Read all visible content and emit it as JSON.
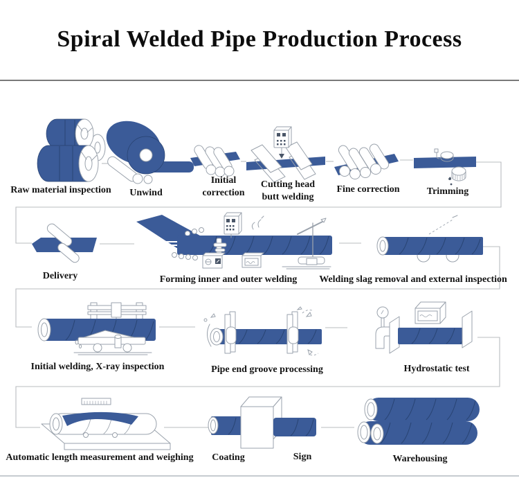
{
  "title": "Spiral Welded Pipe Production Process",
  "stages": [
    {
      "label": "Raw material inspection",
      "icon": "steel-coils-icon"
    },
    {
      "label": "Unwind",
      "icon": "uncoiler-icon"
    },
    {
      "label": "Initial correction",
      "icon": "leveling-rollers-icon"
    },
    {
      "label": "Cutting head butt welding",
      "icon": "butt-welder-icon"
    },
    {
      "label": "Fine correction",
      "icon": "fine-rollers-icon"
    },
    {
      "label": "Trimming",
      "icon": "edge-trimmer-icon"
    },
    {
      "label": "Delivery",
      "icon": "strip-rollers-icon"
    },
    {
      "label": "Forming inner and outer welding",
      "icon": "spiral-forming-machine-icon"
    },
    {
      "label": "Welding slag removal and external inspection",
      "icon": "slag-removal-pipe-icon"
    },
    {
      "label": "Initial welding, X-ray inspection",
      "icon": "xray-gantry-icon"
    },
    {
      "label": "Pipe end groove processing",
      "icon": "groove-cutter-icon"
    },
    {
      "label": "Hydrostatic test",
      "icon": "hydro-tester-icon"
    },
    {
      "label": "Automatic length measurement and weighing",
      "icon": "measuring-table-icon"
    },
    {
      "label": "Coating",
      "icon": "coating-box-icon"
    },
    {
      "label": "Sign",
      "icon": "marking-box-icon"
    },
    {
      "label": "Warehousing",
      "icon": "stacked-pipes-icon"
    }
  ],
  "colors": {
    "pipe_blue": "#3b5b98",
    "pipe_blue_dark": "#27416f",
    "outline_gray": "#9aa2ac",
    "connector_gray": "#b9bcbf"
  }
}
